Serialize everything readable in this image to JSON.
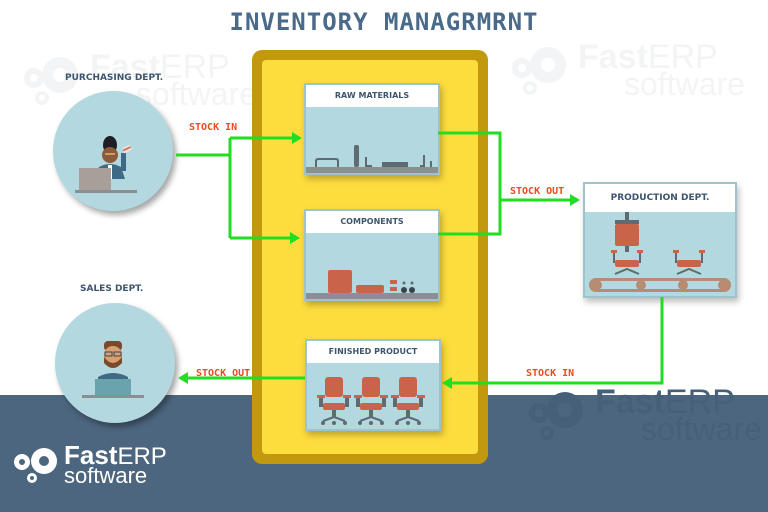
{
  "title": "INVENTORY MANAGRMRNT",
  "watermark": {
    "brand_bold": "Fast",
    "brand_light": "ERP",
    "tagline": "software"
  },
  "logo": {
    "brand_bold": "Fast",
    "brand_light": "ERP",
    "tagline": "software",
    "icon": "gears-icon"
  },
  "departments": {
    "purchasing": {
      "label": "PURCHASING DEPT.",
      "illustration": "woman-at-laptop-holding-card"
    },
    "sales": {
      "label": "SALES DEPT.",
      "illustration": "bearded-man-at-laptop"
    },
    "production": {
      "label": "PRODUCTION DEPT.",
      "illustration": "chair-assembly-conveyor"
    }
  },
  "inventory": {
    "stages": [
      {
        "label": "RAW MATERIALS",
        "illustration": "raw-parts"
      },
      {
        "label": "COMPONENTS",
        "illustration": "chair-components"
      },
      {
        "label": "FINISHED PRODUCT",
        "illustration": "three-office-chairs"
      }
    ]
  },
  "flows": [
    {
      "label": "STOCK IN",
      "from": "PURCHASING DEPT.",
      "to": [
        "RAW MATERIALS",
        "COMPONENTS"
      ]
    },
    {
      "label": "STOCK OUT",
      "from": [
        "RAW MATERIALS",
        "COMPONENTS"
      ],
      "to": "PRODUCTION DEPT."
    },
    {
      "label": "STOCK IN",
      "from": "PRODUCTION DEPT.",
      "to": "FINISHED PRODUCT"
    },
    {
      "label": "STOCK OUT",
      "from": "FINISHED PRODUCT",
      "to": "SALES DEPT."
    }
  ],
  "colors": {
    "flow_line": "#22dd22",
    "flow_label": "#f0491f",
    "panel_border": "#c1980e",
    "panel_fill": "#fddc3d",
    "band": "#4d667f",
    "title": "#4a6a8a",
    "chair": "#c9634a"
  }
}
